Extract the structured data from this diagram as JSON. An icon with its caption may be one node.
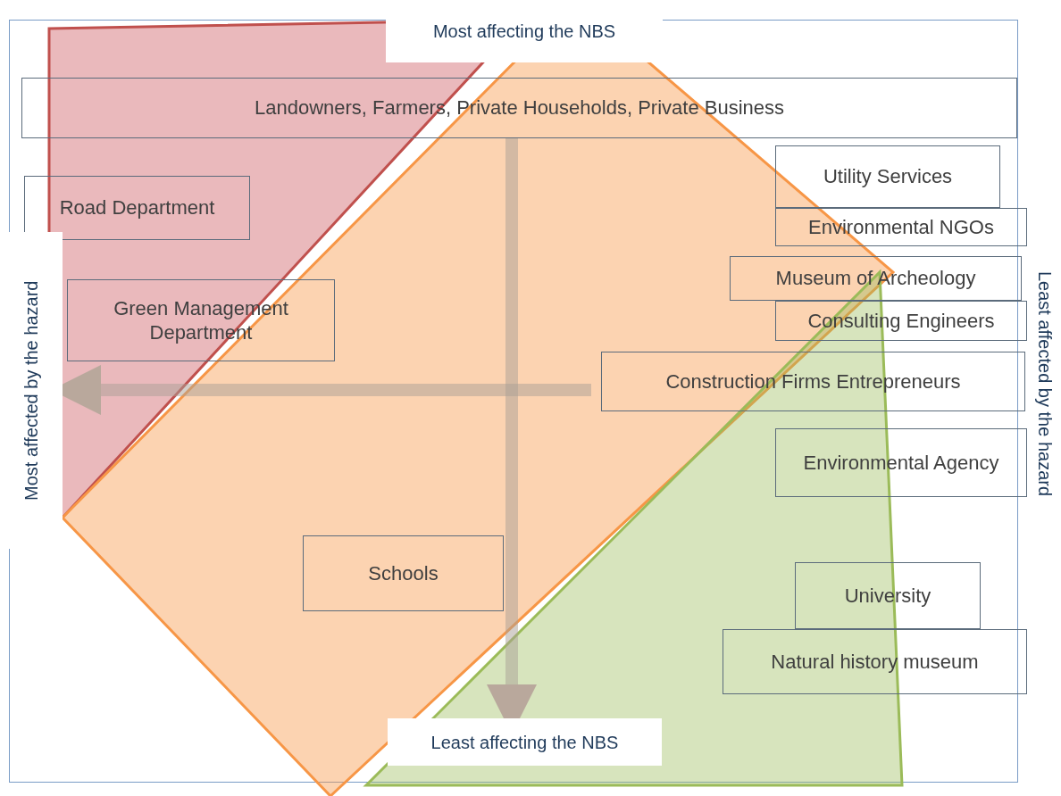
{
  "diagram": {
    "nodes": [
      {
        "text": [
          "Landowners, Farmers, Private Households, Private Business"
        ]
      },
      {
        "text": [
          "Road Department"
        ]
      },
      {
        "text": [
          "Green Management Department"
        ]
      },
      {
        "text": [
          "Utility Services"
        ]
      },
      {
        "text": [
          "Environmental NGOs"
        ]
      },
      {
        "text": [
          "Museum of Archeology"
        ]
      },
      {
        "text": [
          "Consulting Engineers"
        ]
      },
      {
        "text": [
          "Construction Firms Entrepreneurs"
        ]
      },
      {
        "text": [
          "Environmental Agency"
        ]
      },
      {
        "text": [
          "Schools"
        ]
      },
      {
        "text": [
          "University"
        ]
      },
      {
        "text": [
          "Natural history museum"
        ]
      }
    ],
    "edges": [],
    "labels": [
      "Most affecting the NBS",
      "Most affected by the hazard",
      "Least affected by the hazard",
      "Least affecting the NBS"
    ]
  }
}
